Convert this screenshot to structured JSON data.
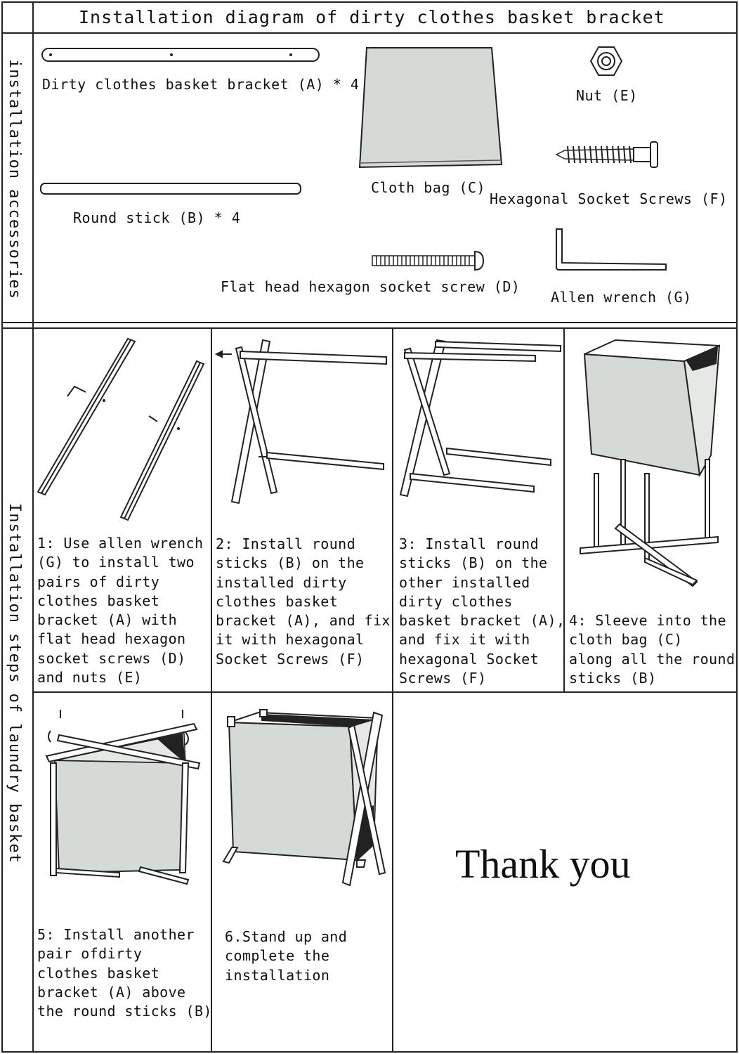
{
  "title": "Installation diagram of dirty clothes basket bracket",
  "section_labels": {
    "accessories": "installation accessories",
    "steps": "Installation steps of laundry basket"
  },
  "accessories": [
    {
      "id": "A",
      "label": "Dirty clothes basket bracket (A) * 4",
      "icon": "bracket-bar-icon"
    },
    {
      "id": "B",
      "label": "Round stick (B) * 4",
      "icon": "round-stick-icon"
    },
    {
      "id": "C",
      "label": "Cloth bag (C)",
      "icon": "cloth-bag-icon"
    },
    {
      "id": "D",
      "label": "Flat head hexagon socket screw (D)",
      "icon": "flat-head-screw-icon"
    },
    {
      "id": "E",
      "label": "Nut (E)",
      "icon": "hex-nut-icon"
    },
    {
      "id": "F",
      "label": "Hexagonal Socket Screws (F)",
      "icon": "socket-screw-icon"
    },
    {
      "id": "G",
      "label": "Allen wrench (G)",
      "icon": "allen-wrench-icon"
    }
  ],
  "steps": [
    {
      "lines": [
        "1:  Use allen wrench",
        " (G) to install two",
        "pairs of dirty",
        "clothes basket",
        "bracket (A) with",
        "flat head hexagon",
        "socket screws  (D)",
        "and nuts  (E)"
      ]
    },
    {
      "lines": [
        "2: Install round",
        "sticks (B) on the",
        "installed dirty",
        "clothes basket",
        "bracket (A), and fix",
        "it with hexagonal",
        "Socket Screws (F)"
      ]
    },
    {
      "lines": [
        "3: Install round",
        "sticks (B) on the",
        "other installed",
        "dirty clothes",
        "basket bracket (A),",
        "and fix it with",
        "hexagonal Socket",
        "Screws (F)"
      ]
    },
    {
      "lines": [
        "4: Sleeve into the",
        "cloth bag  (C)",
        "along all the round",
        "sticks (B)"
      ]
    },
    {
      "lines": [
        "5: Install another",
        "pair ofdirty",
        "clothes basket",
        "bracket (A) above",
        "the round sticks (B)"
      ]
    },
    {
      "lines": [
        "6.Stand up and",
        "complete the",
        "installation"
      ]
    }
  ],
  "thank_you": "Thank you",
  "colors": {
    "line": "#222222",
    "bag_fill": "#d6dad6",
    "background": "#ffffff"
  }
}
